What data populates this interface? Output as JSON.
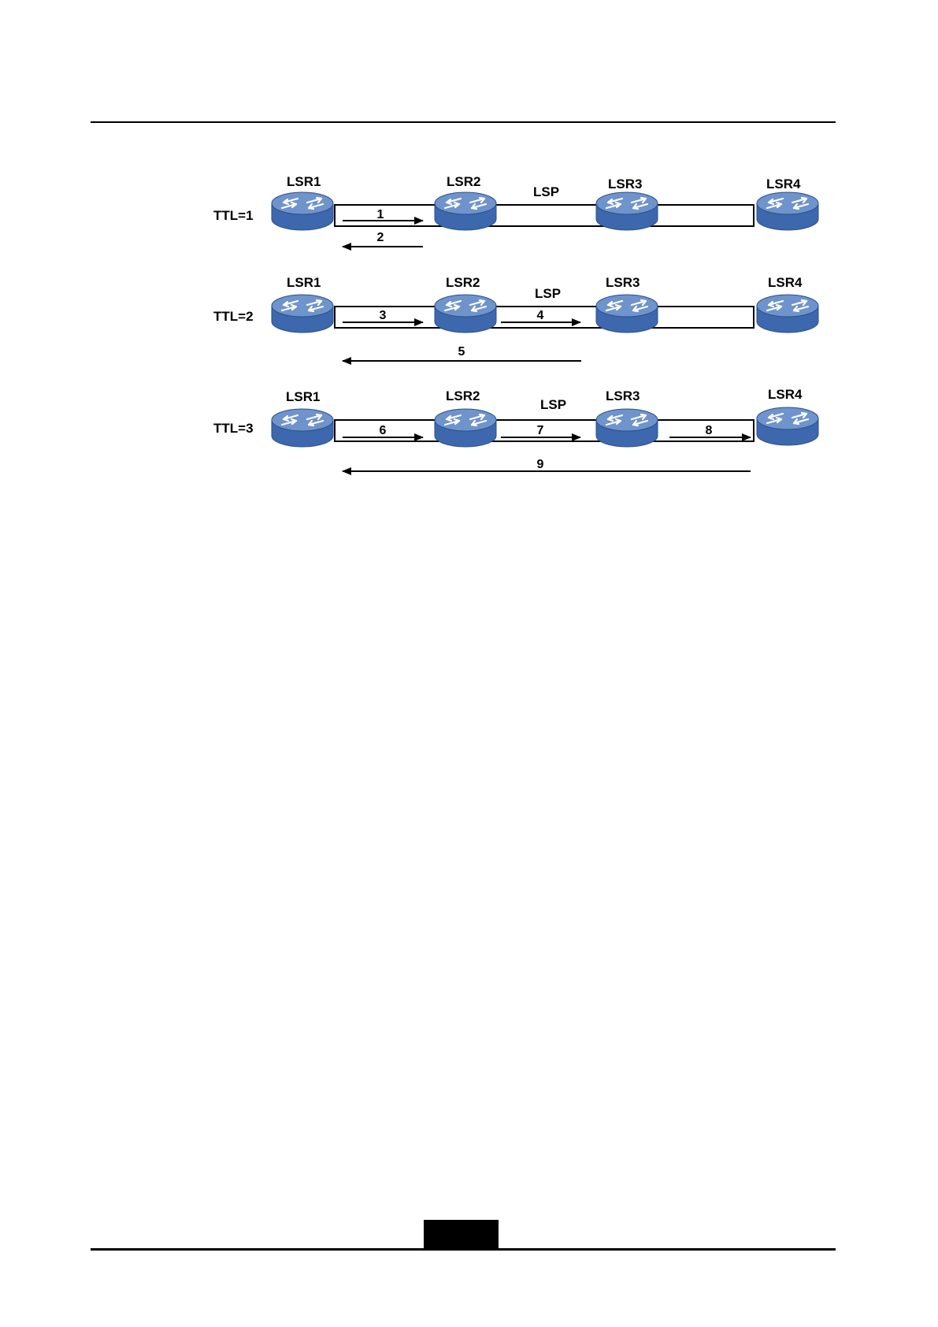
{
  "colors": {
    "router_body": "#3d68ad",
    "router_top": "#6f93cb",
    "line": "#000000"
  },
  "rows": [
    {
      "ttl_label": "TTL=1",
      "routers": [
        "LSR1",
        "LSR2",
        "LSR3",
        "LSR4"
      ],
      "lsp_label": "LSP",
      "arrows": [
        {
          "label": "1",
          "from": "LSR1",
          "to": "LSR2",
          "direction": "forward"
        },
        {
          "label": "2",
          "from": "LSR2",
          "to": "LSR1",
          "direction": "return"
        }
      ]
    },
    {
      "ttl_label": "TTL=2",
      "routers": [
        "LSR1",
        "LSR2",
        "LSR3",
        "LSR4"
      ],
      "lsp_label": "LSP",
      "arrows": [
        {
          "label": "3",
          "from": "LSR1",
          "to": "LSR2",
          "direction": "forward"
        },
        {
          "label": "4",
          "from": "LSR2",
          "to": "LSR3",
          "direction": "forward"
        },
        {
          "label": "5",
          "from": "LSR3",
          "to": "LSR1",
          "direction": "return"
        }
      ]
    },
    {
      "ttl_label": "TTL=3",
      "routers": [
        "LSR1",
        "LSR2",
        "LSR3",
        "LSR4"
      ],
      "lsp_label": "LSP",
      "arrows": [
        {
          "label": "6",
          "from": "LSR1",
          "to": "LSR2",
          "direction": "forward"
        },
        {
          "label": "7",
          "from": "LSR2",
          "to": "LSR3",
          "direction": "forward"
        },
        {
          "label": "8",
          "from": "LSR3",
          "to": "LSR4",
          "direction": "forward"
        },
        {
          "label": "9",
          "from": "LSR4",
          "to": "LSR1",
          "direction": "return"
        }
      ]
    }
  ]
}
